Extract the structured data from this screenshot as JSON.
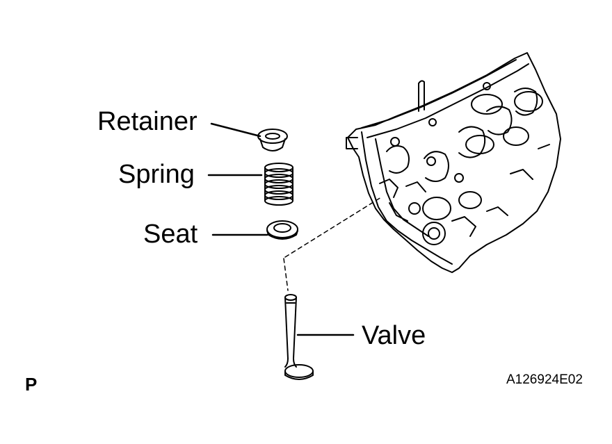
{
  "labels": {
    "retainer": "Retainer",
    "spring": "Spring",
    "seat": "Seat",
    "valve": "Valve"
  },
  "corner_mark": "P",
  "figure_code": "A126924E02",
  "colors": {
    "ink": "#000000",
    "paper": "#ffffff"
  }
}
